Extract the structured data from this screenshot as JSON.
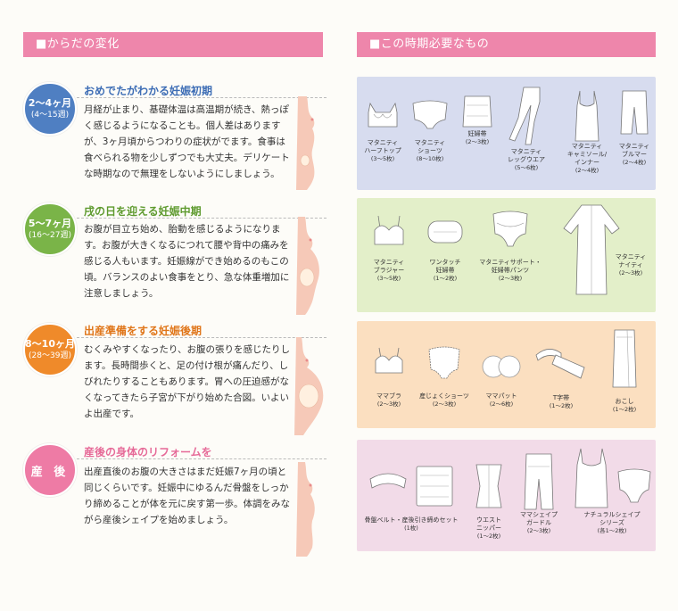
{
  "headers": {
    "left": "■からだの変化",
    "right": "■この時期必要なもの"
  },
  "stages": [
    {
      "month": "2〜4ヶ月",
      "week": "(4〜15週)",
      "title": "おめでたがわかる妊娠初期",
      "desc": "月経が止まり、基礎体温は高温期が続き、熱っぽく感じるようになることも。個人差はありますが、3ヶ月頃からつわりの症状がでます。食事は食べられる物を少しずつでも大丈夫。デリケートな時期なので無理をしないようにしましょう。",
      "items": [
        {
          "label": "マタニティ\nハーフトップ",
          "count": "(3〜5枚)"
        },
        {
          "label": "マタニティ\nショーツ",
          "count": "(8〜10枚)"
        },
        {
          "label": "妊婦帯",
          "count": "(2〜3枚)"
        },
        {
          "label": "マタニティ\nレッグウエア",
          "count": "(5〜6枚)"
        },
        {
          "label": "マタニティ\nキャミソール/\nインナー",
          "count": "(2〜4枚)"
        },
        {
          "label": "マタニティ\nブルマー",
          "count": "(2〜4枚)"
        }
      ]
    },
    {
      "month": "5〜7ヶ月",
      "week": "(16〜27週)",
      "title": "戌の日を迎える妊娠中期",
      "desc": "お腹が目立ち始め、胎動を感じるようになります。お腹が大きくなるにつれて腰や背中の痛みを感じる人もいます。妊娠線ができ始めるのもこの頃。バランスのよい食事をとり、急な体重増加に注意しましょう。",
      "items": [
        {
          "label": "マタニティ\nブラジャー",
          "count": "(3〜5枚)"
        },
        {
          "label": "ワンタッチ\n妊婦帯",
          "count": "(1〜2枚)"
        },
        {
          "label": "マタニティサポート・\n妊婦帯パンツ",
          "count": "(2〜3枚)"
        },
        {
          "label": "マタニティ\nナイティ",
          "count": "(2〜3枚)"
        }
      ]
    },
    {
      "month": "8〜10ヶ月",
      "week": "(28〜39週)",
      "title": "出産準備をする妊娠後期",
      "desc": "むくみやすくなったり、お腹の張りを感じたりします。長時間歩くと、足の付け根が痛んだり、しびれたりすることもあります。胃への圧迫感がなくなってきたら子宮が下がり始めた合図。いよいよ出産です。",
      "items": [
        {
          "label": "ママブラ",
          "count": "(2〜3枚)"
        },
        {
          "label": "産じょくショーツ",
          "count": "(2〜3枚)"
        },
        {
          "label": "ママパット",
          "count": "(2〜6枚)"
        },
        {
          "label": "T字帯",
          "count": "(1〜2枚)"
        },
        {
          "label": "おこし",
          "count": "(1〜2枚)"
        }
      ]
    },
    {
      "month": "産 後",
      "week": "",
      "title": "産後の身体のリフォームを",
      "desc": "出産直後のお腹の大きさはまだ妊娠7ヶ月の頃と同じくらいです。妊娠中にゆるんだ骨盤をしっかり締めることが体を元に戻す第一歩。体調をみながら産後シェイプを始めましょう。",
      "items": [
        {
          "label": "骨盤ベルト・産後引き締めセット",
          "count": "(1枚)"
        },
        {
          "label": "ウエスト\nニッパー",
          "count": "(1〜2枚)"
        },
        {
          "label": "ママシェイプ\nガードル",
          "count": "(2〜3枚)"
        },
        {
          "label": "ナチュラルシェイプ\nシリーズ",
          "count": "(各1〜2枚)"
        }
      ]
    }
  ],
  "colors": {
    "header": "#ee86ab",
    "stage1": "#4f7fc2",
    "stage2": "#7ab448",
    "stage3": "#ef8a2a",
    "stage4": "#ee7ba5",
    "panel1": "#d7dcef",
    "panel2": "#e3efc9",
    "panel3": "#fbdfc0",
    "panel4": "#f2dbe8"
  }
}
